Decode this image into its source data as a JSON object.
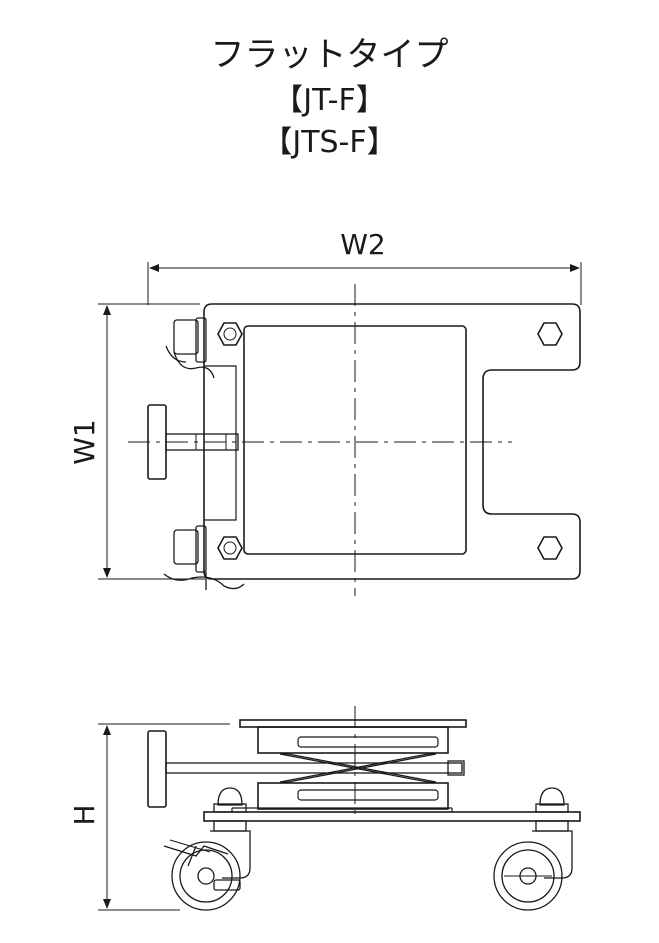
{
  "title": {
    "type": "フラットタイプ",
    "model1": "【JT-F】",
    "model2": "【JTS-F】"
  },
  "dimensions": {
    "width2": "W2",
    "width1": "W1",
    "height": "H"
  }
}
